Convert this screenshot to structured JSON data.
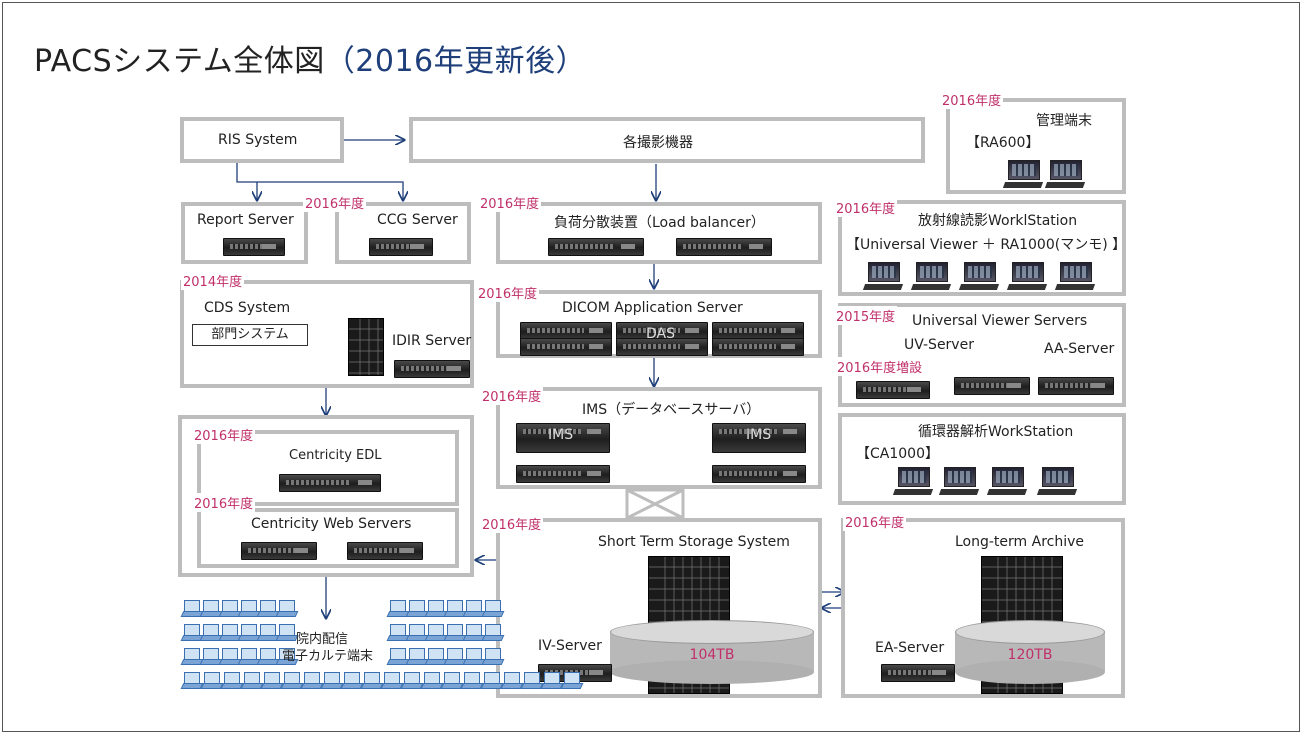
{
  "title": {
    "main": "PACSシステム全体図",
    "sub": "（2016年更新後）"
  },
  "nodes": {
    "ris": "RIS  System",
    "modality": "各撮影機器",
    "report_server": "Report  Server",
    "ccg_server": "CCG  Server",
    "load_balancer": "負荷分散装置（Load balancer）",
    "cds_system": "CDS System",
    "dept_system": "部門システム",
    "idir_server": "IDIR  Server",
    "dicom_app_server": "DICOM Application Server",
    "das": "DAS",
    "ims": "IMS（データベースサーバ）",
    "ims_left": "IMS",
    "ims_right": "IMS",
    "centricity_edl": "Centricity  EDL",
    "centricity_web": "Centricity Web Servers",
    "short_term": "Short Term Storage System",
    "iv_server": "IV-Server",
    "short_capacity": "104TB",
    "long_term": "Long-term Archive",
    "ea_server": "EA-Server",
    "long_capacity": "120TB",
    "clients_line1": "院内配信",
    "clients_line2": "電子カルテ端末",
    "mgmt_terminal": "管理端末",
    "ra600": "【RA600】",
    "workstation_title": "放射線読影WorklStation",
    "workstation_sub": "【Universal  Viewer  ＋ RA1000(マンモ) 】",
    "uv_servers": "Universal  Viewer  Servers",
    "uv_server": "UV-Server",
    "aa_server": "AA-Server",
    "cardio_title": "循環器解析WorkStation",
    "ca1000": "【CA1000】"
  },
  "years": {
    "y2016": "2016年度",
    "y2014": "2014年度",
    "y2015": "2015年度",
    "y2016_add": "2016年度増設"
  },
  "colors": {
    "year": "#c0306a",
    "border": "#bdbdbd",
    "arrow": "#1f3f7a",
    "title_accent": "#1f3f7a"
  }
}
